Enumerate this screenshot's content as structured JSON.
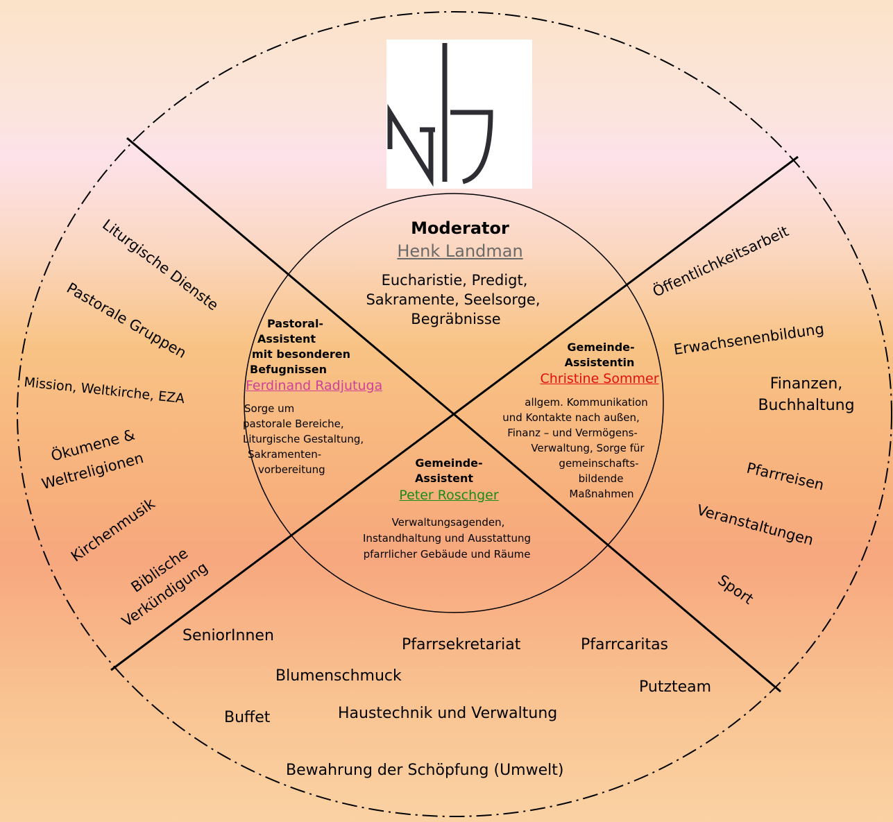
{
  "moderator": {
    "title": "Moderator",
    "name": "Henk Landman",
    "name_color": "#6a6a6a",
    "duties": [
      "Eucharistie, Predigt,",
      "Sakramente, Seelsorge,",
      "Begräbnisse"
    ]
  },
  "pastoral_assistant": {
    "title_lines": [
      "Pastoral-",
      "Assistent",
      "mit besonderen",
      "Befugnissen"
    ],
    "name": "Ferdinand Radjutuga",
    "name_color": "#d0409a",
    "duties": [
      "Sorge um",
      "pastorale Bereiche,",
      "Liturgische Gestaltung,",
      "Sakramenten-",
      "vorbereitung"
    ]
  },
  "community_assistant_f": {
    "title_lines": [
      "Gemeinde-",
      "Assistentin"
    ],
    "name": "Christine Sommer",
    "name_color": "#e01010",
    "duties": [
      "allgem. Kommunikation",
      "und Kontakte nach außen,",
      "Finanz – und Vermögens-",
      "Verwaltung,  Sorge für",
      "gemeinschafts-",
      "bildende",
      "Maßnahmen"
    ]
  },
  "community_assistant_m": {
    "title_lines": [
      "Gemeinde-",
      "Assistent"
    ],
    "name": "Peter Roschger",
    "name_color": "#1a8a1a",
    "duties": [
      "Verwaltungsagenden,",
      "Instandhaltung und Ausstattung",
      "pfarrlicher Gebäude und Räume"
    ]
  },
  "left_sector": {
    "items": [
      "Liturgische Dienste",
      "Pastorale Gruppen",
      "Mission, Weltkirche, EZA",
      "Ökumene &",
      "Weltreligionen",
      "Kirchenmusik",
      "Biblische",
      "Verkündigung"
    ]
  },
  "right_sector": {
    "items": [
      "Öffentlichkeitsarbeit",
      "Erwachsenenbildung",
      "Finanzen,",
      "Buchhaltung",
      "Pfarrreisen",
      "Veranstaltungen",
      "Sport"
    ]
  },
  "bottom_sector": {
    "items": [
      "SeniorInnen",
      "Pfarrsekretariat",
      "Pfarrcaritas",
      "Blumenschmuck",
      "Putzteam",
      "Buffet",
      "Haustechnik und Verwaltung",
      "Bewahrung der Schöpfung (Umwelt)"
    ]
  },
  "logo": {
    "icon": "parish-logo-icon"
  }
}
